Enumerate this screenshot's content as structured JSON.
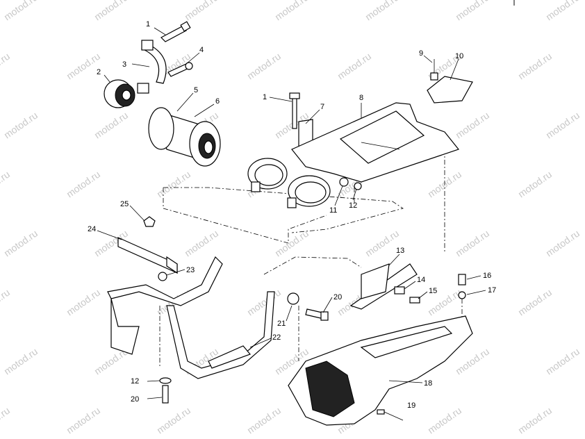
{
  "watermark": "motod.ru",
  "callouts": [
    {
      "id": "c1a",
      "label": "1"
    },
    {
      "id": "c2",
      "label": "2"
    },
    {
      "id": "c3",
      "label": "3"
    },
    {
      "id": "c4",
      "label": "4"
    },
    {
      "id": "c5",
      "label": "5"
    },
    {
      "id": "c6",
      "label": "6"
    },
    {
      "id": "c1b",
      "label": "1"
    },
    {
      "id": "c7",
      "label": "7"
    },
    {
      "id": "c8",
      "label": "8"
    },
    {
      "id": "c9",
      "label": "9"
    },
    {
      "id": "c10",
      "label": "10"
    },
    {
      "id": "c11",
      "label": "11"
    },
    {
      "id": "c12a",
      "label": "12"
    },
    {
      "id": "c25",
      "label": "25"
    },
    {
      "id": "c24",
      "label": "24"
    },
    {
      "id": "c23",
      "label": "23"
    },
    {
      "id": "c13",
      "label": "13"
    },
    {
      "id": "c14",
      "label": "14"
    },
    {
      "id": "c15",
      "label": "15"
    },
    {
      "id": "c16",
      "label": "16"
    },
    {
      "id": "c17",
      "label": "17"
    },
    {
      "id": "c20a",
      "label": "20"
    },
    {
      "id": "c21",
      "label": "21"
    },
    {
      "id": "c22",
      "label": "22"
    },
    {
      "id": "c12b",
      "label": "12"
    },
    {
      "id": "c20b",
      "label": "20"
    },
    {
      "id": "c18",
      "label": "18"
    },
    {
      "id": "c19",
      "label": "19"
    }
  ]
}
